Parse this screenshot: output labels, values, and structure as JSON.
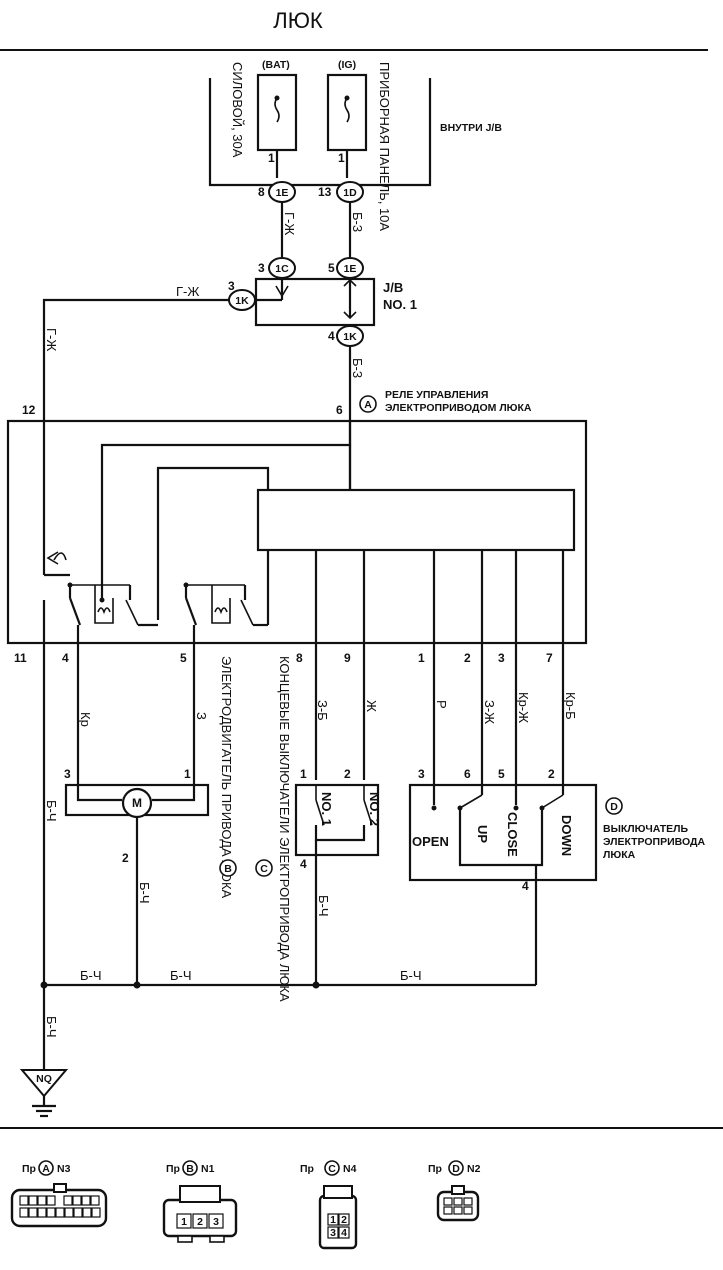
{
  "title": "ЛЮК",
  "jb_block": {
    "fuse_bat_tag": "(BAT)",
    "fuse_ig_tag": "(IG)",
    "fuse_bat_name": "СИЛОВОЙ, 30А",
    "fuse_ig_name": "ПРИБОРНАЯ ПАНЕЛЬ, 10А",
    "inside_label": "ВНУТРИ J/B",
    "fuse_pin_left": "1",
    "fuse_pin_right": "1"
  },
  "connectors": {
    "c1E_top": {
      "pin": "8",
      "id": "1E"
    },
    "c1D_top": {
      "pin": "13",
      "id": "1D"
    },
    "c1C": {
      "pin": "3",
      "id": "1C"
    },
    "c1E_mid": {
      "pin": "5",
      "id": "1E"
    },
    "c1K_left": {
      "pin": "3",
      "id": "1K"
    },
    "c1K_bottom": {
      "pin": "4",
      "id": "1K"
    }
  },
  "jb_no1": {
    "line1": "J/B",
    "line2": "NO. 1"
  },
  "wires": {
    "gzh_vertical": "Г-Ж",
    "b3_vertical": "Б-3",
    "gzh_horizontal": "Г-Ж",
    "gzh_left": "Г-Ж",
    "b3_lower": "Б-3",
    "kr": "Кр",
    "z": "З",
    "zb": "З-Б",
    "zh": "Ж",
    "r": "Р",
    "zzh": "З-Ж",
    "krzh": "Кр-Ж",
    "krb": "Кр-Б",
    "bch_left": "Б-Ч",
    "bch_motor": "Б-Ч",
    "bch_limit": "Б-Ч",
    "bch_bus1": "Б-Ч",
    "bch_bus2": "Б-Ч",
    "bch_bus3": "Б-Ч",
    "bch_ground": "Б-Ч"
  },
  "relay": {
    "marker": "A",
    "line1": "РЕЛЕ УПРАВЛЕНИЯ",
    "line2": "ЭЛЕКТРОПРИВОДОМ ЛЮКА",
    "pin_top_left": "12",
    "pin_top_mid": "6",
    "pins_bottom": [
      "11",
      "4",
      "5",
      "8",
      "9",
      "1",
      "2",
      "3",
      "7"
    ]
  },
  "motor": {
    "marker": "B",
    "label": "ЭЛЕКТРОДВИГАТЕЛЬ ПРИВОДА ЛЮКА",
    "symbol": "M",
    "pin_left": "3",
    "pin_right": "1",
    "pin_bottom": "2"
  },
  "limit_switches": {
    "marker": "C",
    "label": "КОНЦЕВЫЕ ВЫКЛЮЧАТЕЛИ ЭЛЕКТРОПРИВОДА ЛЮКА",
    "sw1": "NO. 1",
    "sw2": "NO. 2",
    "pin1": "1",
    "pin2": "2",
    "pin4": "4"
  },
  "switch": {
    "marker": "D",
    "line1": "ВЫКЛЮЧАТЕЛЬ",
    "line2": "ЭЛЕКТРОПРИВОДА",
    "line3": "ЛЮКА",
    "open": "OPEN",
    "up": "UP",
    "close": "CLOSE",
    "down": "DOWN",
    "pins_top": [
      "3",
      "6",
      "5",
      "2"
    ],
    "pin_bottom": "4"
  },
  "ground": {
    "label": "NQ"
  },
  "connector_views": [
    {
      "prefix": "Пр",
      "marker": "A",
      "code": "N3"
    },
    {
      "prefix": "Пр",
      "marker": "B",
      "code": "N1"
    },
    {
      "prefix": "Пр",
      "marker": "C",
      "code": "N4"
    },
    {
      "prefix": "Пр",
      "marker": "D",
      "code": "N2"
    }
  ],
  "connector_b_cells": [
    "1",
    "2",
    "3"
  ],
  "connector_c_cells": [
    "1",
    "2",
    "3",
    "4"
  ]
}
